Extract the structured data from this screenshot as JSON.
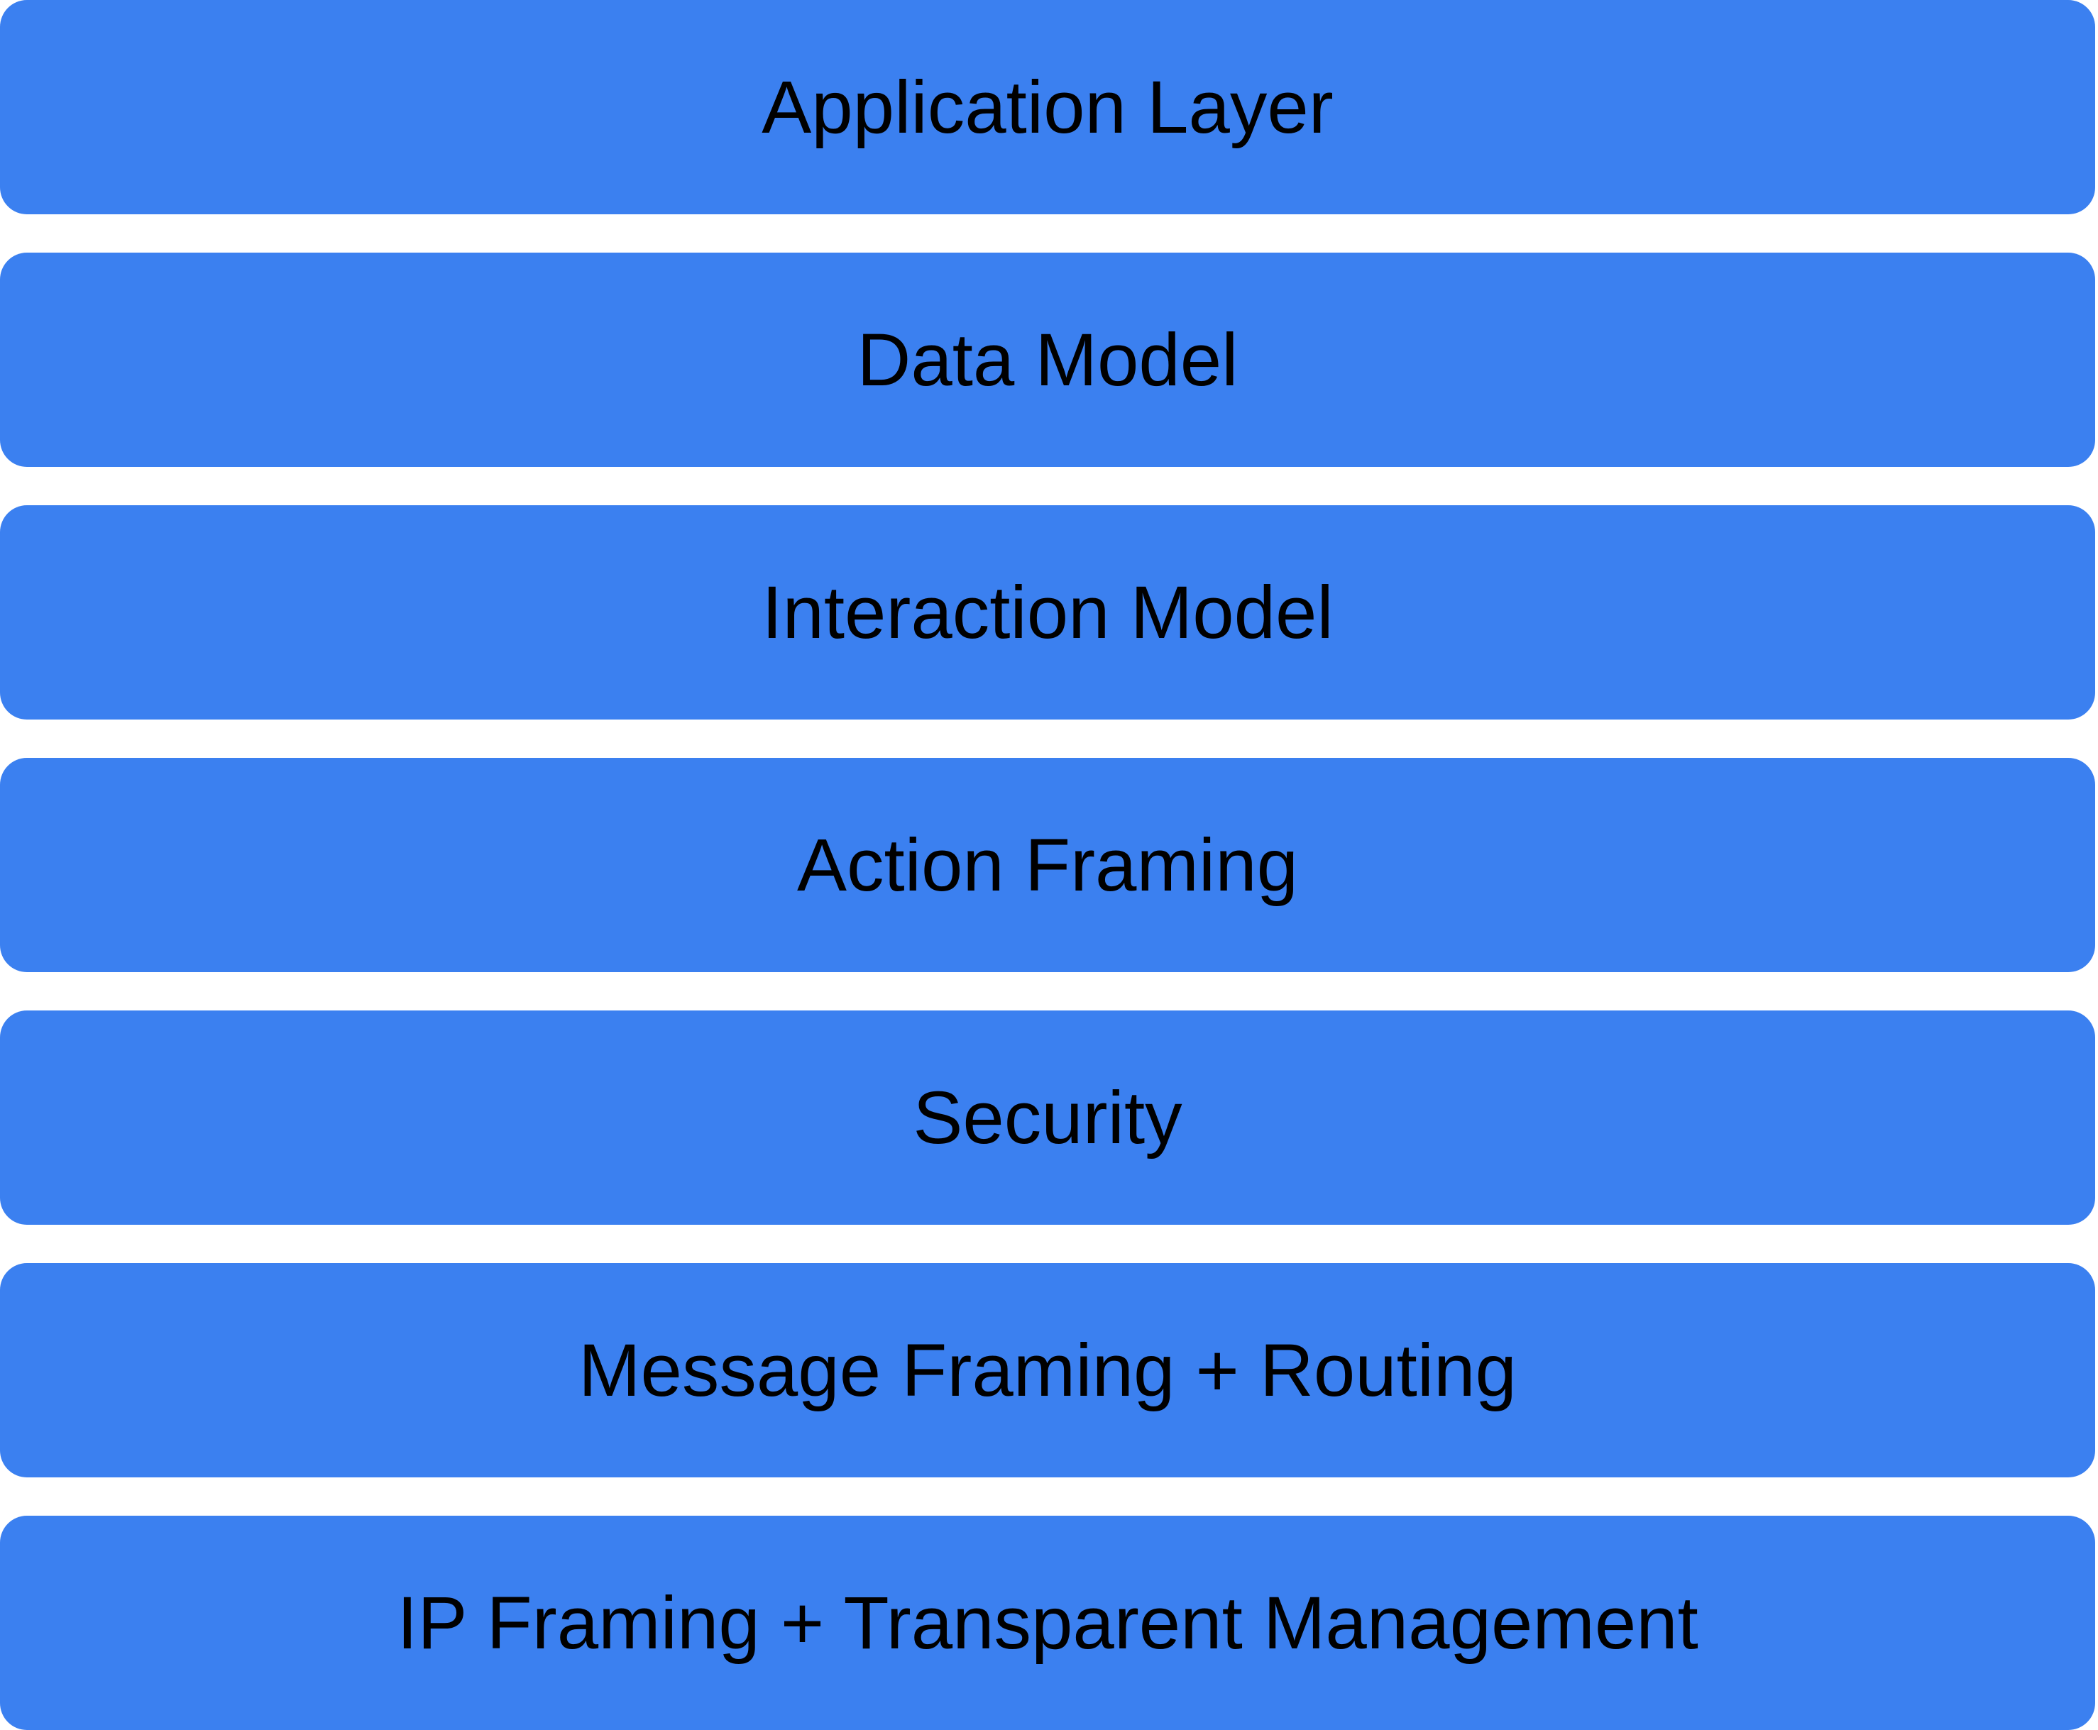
{
  "diagram": {
    "type": "layer-stack",
    "block_fill_color": "#3b80f0",
    "text_color": "#000000",
    "background_color": "#ffffff"
  },
  "layers": [
    {
      "label": "Application Layer"
    },
    {
      "label": "Data Model"
    },
    {
      "label": "Interaction Model"
    },
    {
      "label": "Action Framing"
    },
    {
      "label": "Security"
    },
    {
      "label": "Message Framing + Routing"
    },
    {
      "label": "IP Framing + Transparent Management"
    }
  ]
}
